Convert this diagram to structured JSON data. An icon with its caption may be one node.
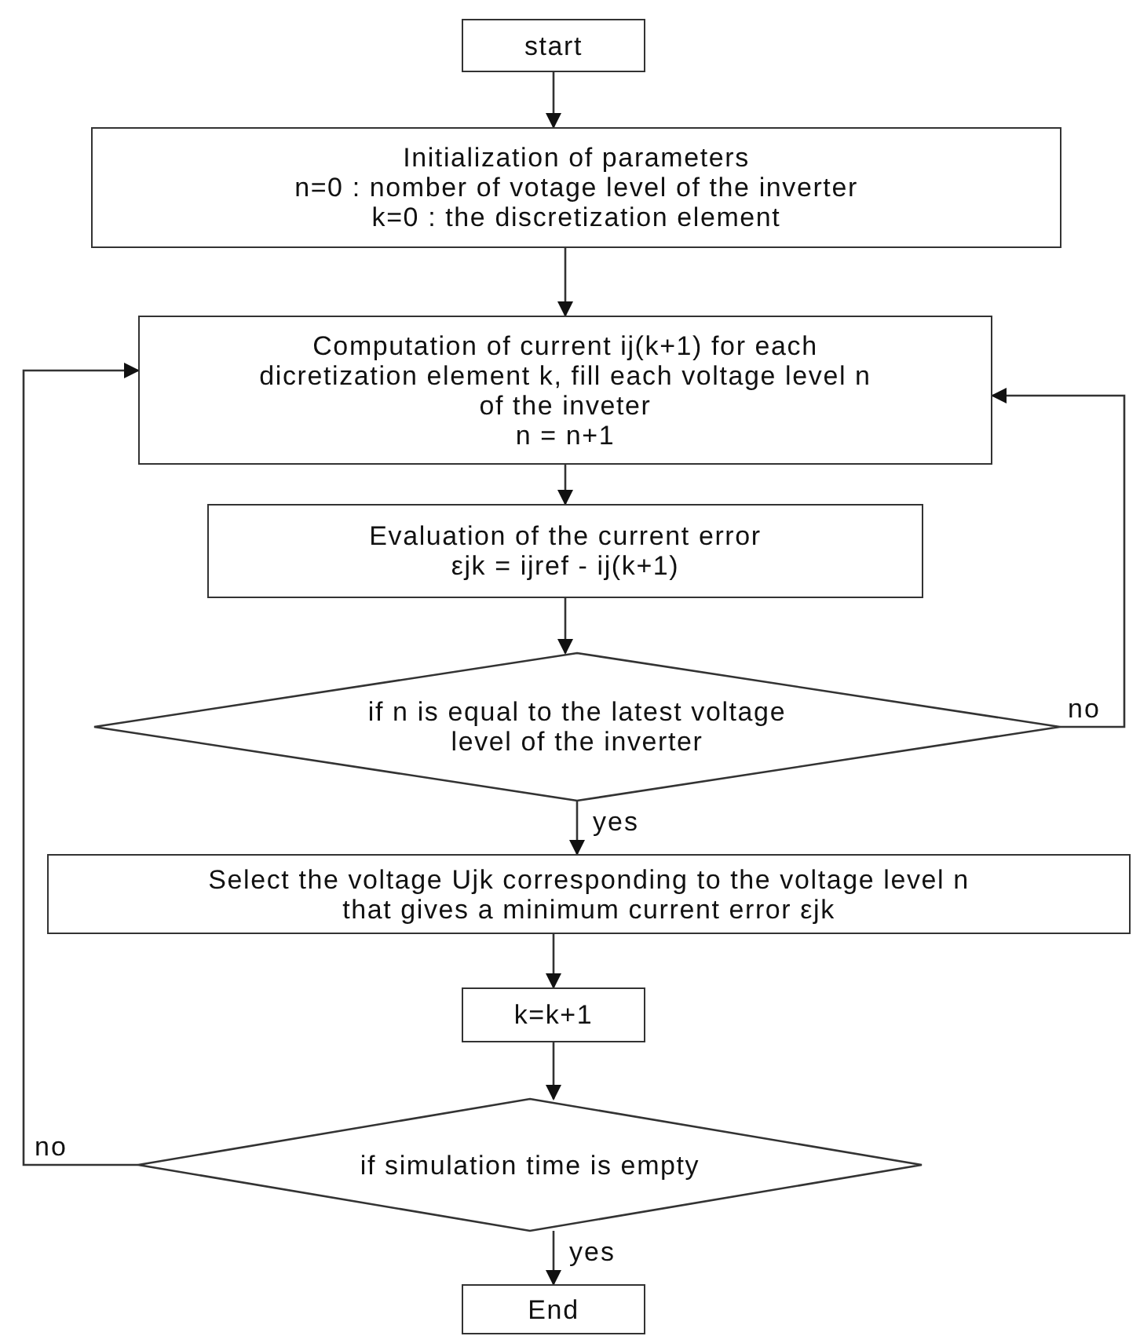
{
  "diagram": {
    "nodes": [
      {
        "text": [
          "start"
        ]
      },
      {
        "text": [
          "Initialization of parameters",
          "n=0 : nomber of votage level of the inverter",
          "k=0 : the discretization element"
        ]
      },
      {
        "text": [
          "Computation of current  ij(k+1) for each dicretization element k, fill each voltage level n of the inveter",
          "n = n+1"
        ]
      },
      {
        "text": [
          "Evaluation of the current error",
          "εjk = ijref - ij(k+1)"
        ]
      },
      {
        "text": [
          "if n is equal to the latest voltage level of the inverter"
        ]
      },
      {
        "text": [
          "Select the voltage Ujk corresponding to the voltage level n that gives a minimum current error εjk"
        ]
      },
      {
        "text": [
          "k=k+1"
        ]
      },
      {
        "text": [
          "if simulation time is empty"
        ]
      },
      {
        "text": [
          "End"
        ]
      }
    ],
    "edges": [
      {
        "from": 0,
        "to": 1,
        "arrow": "to"
      },
      {
        "from": 1,
        "to": 2,
        "arrow": "to"
      },
      {
        "from": 2,
        "to": 3,
        "arrow": "to"
      },
      {
        "from": 3,
        "to": 4,
        "arrow": "to"
      },
      {
        "from": 4,
        "to": 5,
        "arrow": "to",
        "label": "yes"
      },
      {
        "from": 4,
        "to": 2,
        "arrow": "to",
        "label": "no"
      },
      {
        "from": 5,
        "to": 6,
        "arrow": "to"
      },
      {
        "from": 6,
        "to": 7,
        "arrow": "to"
      },
      {
        "from": 7,
        "to": 8,
        "arrow": "to",
        "label": "yes"
      },
      {
        "from": 7,
        "to": 2,
        "arrow": "to",
        "label": "no"
      }
    ]
  }
}
